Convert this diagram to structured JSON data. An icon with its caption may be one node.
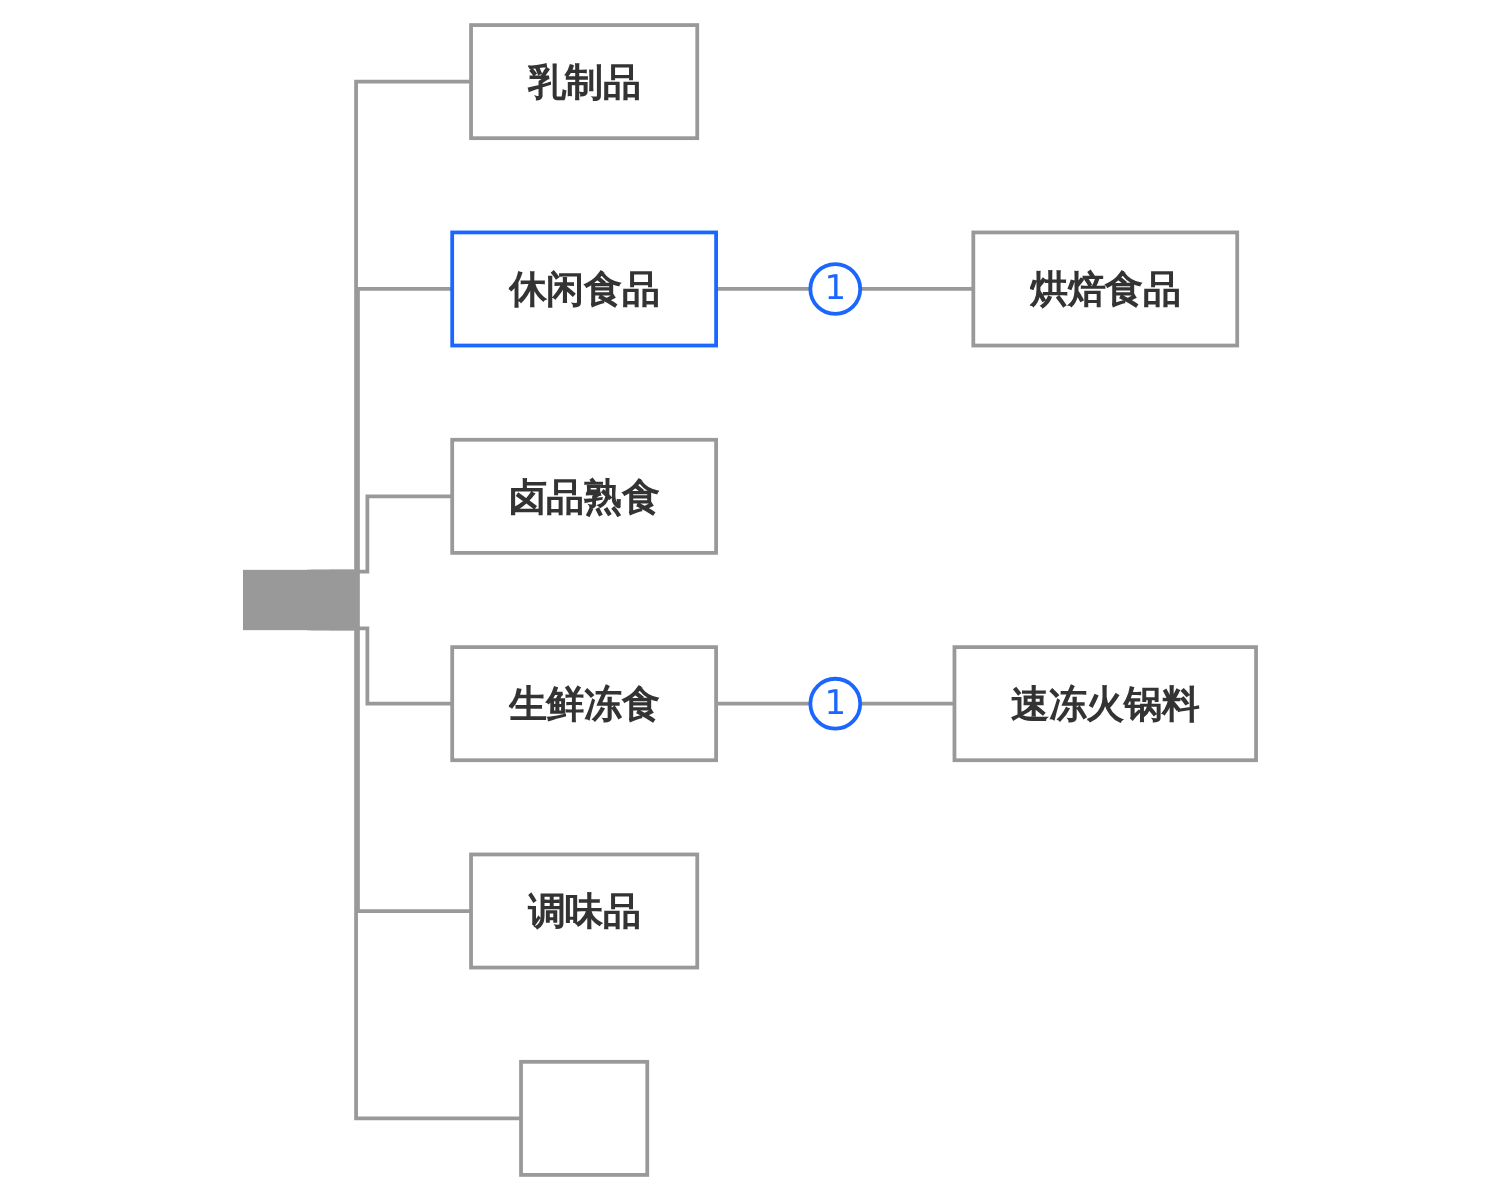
{
  "diagram": {
    "nodes": [
      {
        "text": [],
        "shape": "bar"
      },
      {
        "text": [
          "乳制品"
        ]
      },
      {
        "text": [
          "休闲食品"
        ]
      },
      {
        "text": [
          "1"
        ]
      },
      {
        "text": [
          "烘焙食品"
        ]
      },
      {
        "text": [
          "卤品熟食"
        ]
      },
      {
        "text": [
          "生鲜冻食"
        ]
      },
      {
        "text": [
          "1"
        ]
      },
      {
        "text": [
          "速冻火锅料"
        ]
      },
      {
        "text": [
          "调味品"
        ]
      },
      {
        "text": [],
        "shape": "box"
      }
    ],
    "edges": [
      {
        "from": 0,
        "to": 1,
        "arrow": "none"
      },
      {
        "from": 0,
        "to": 2,
        "arrow": "none"
      },
      {
        "from": 2,
        "to": 3,
        "arrow": "none"
      },
      {
        "from": 3,
        "to": 4,
        "arrow": "none"
      },
      {
        "from": 0,
        "to": 5,
        "arrow": "none"
      },
      {
        "from": 0,
        "to": 6,
        "arrow": "none"
      },
      {
        "from": 6,
        "to": 7,
        "arrow": "none"
      },
      {
        "from": 7,
        "to": 8,
        "arrow": "none"
      },
      {
        "from": 0,
        "to": 9,
        "arrow": "none"
      },
      {
        "from": 0,
        "to": 10,
        "arrow": "none"
      }
    ]
  }
}
